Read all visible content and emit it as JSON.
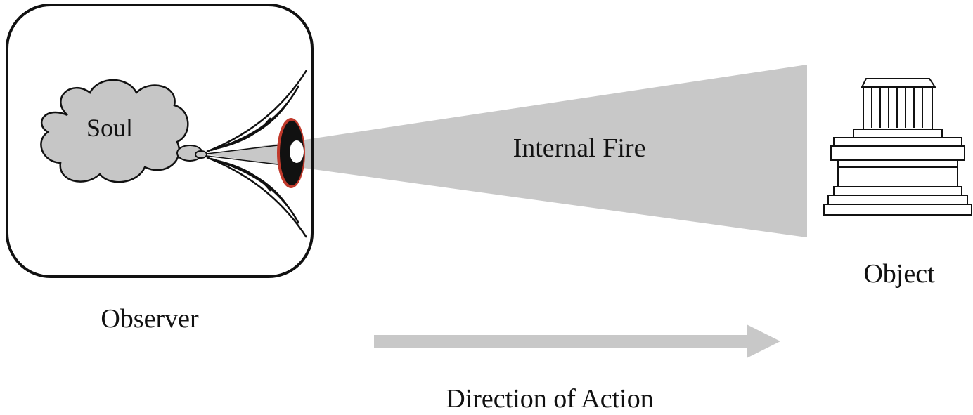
{
  "labels": {
    "soul": "Soul",
    "internal_fire": "Internal Fire",
    "object": "Object",
    "observer": "Observer",
    "direction": "Direction of Action"
  },
  "colors": {
    "fire_beam": "#c8c8c8",
    "cloud_fill": "#c6c6c6",
    "direction_arrow": "#c8c8c8",
    "outline": "#111111",
    "eye_rim": "#c0392b"
  },
  "icons": {
    "object": "column-capital-icon",
    "eye": "eye-icon",
    "soul": "cloud-icon"
  }
}
